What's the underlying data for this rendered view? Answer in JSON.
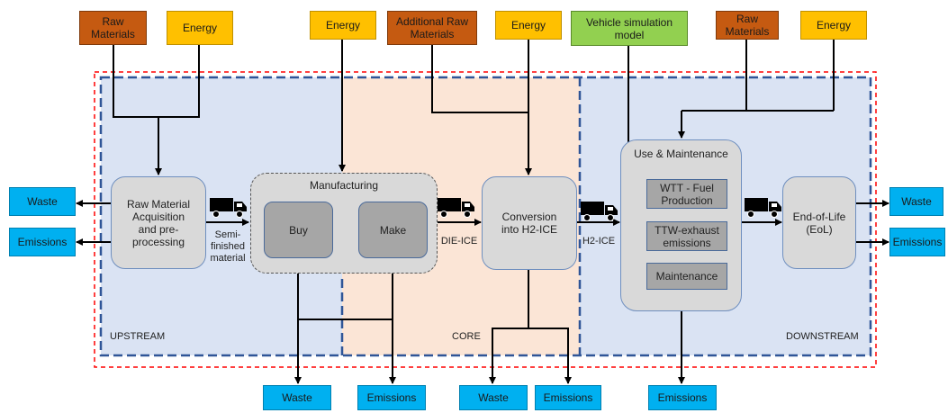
{
  "inputs": {
    "raw_materials_1": "Raw\nMaterials",
    "energy_1": "Energy",
    "energy_2": "Energy",
    "additional_raw": "Additional Raw\nMaterials",
    "energy_3": "Energy",
    "vehicle_sim": "Vehicle simulation\nmodel",
    "raw_materials_2": "Raw\nMaterials",
    "energy_4": "Energy"
  },
  "regions": {
    "upstream": "UPSTREAM",
    "core": "CORE",
    "downstream": "DOWNSTREAM"
  },
  "processes": {
    "raw_material": "Raw Material\nAcquisition\nand pre-\nprocessing",
    "manufacturing": "Manufacturing",
    "buy": "Buy",
    "make": "Make",
    "conversion": "Conversion\ninto H2-ICE",
    "use_maintenance": "Use & Maintenance",
    "wtt": "WTT - Fuel\nProduction",
    "ttw": "TTW-exhaust\nemissions",
    "maintenance": "Maintenance",
    "eol": "End-of-Life\n(EoL)"
  },
  "flows": {
    "semi_finished": "Semi-\nfinished\nmaterial",
    "die_ice": "DIE-ICE",
    "h2_ice": "H2-ICE"
  },
  "outputs": {
    "waste_left": "Waste",
    "emissions_left": "Emissions",
    "waste_right": "Waste",
    "emissions_right": "Emissions",
    "waste_mfg": "Waste",
    "emissions_mfg": "Emissions",
    "waste_conv": "Waste",
    "emissions_conv": "Emissions",
    "emissions_use": "Emissions"
  },
  "colors": {
    "raw_materials": "#c55a11",
    "energy": "#ffc000",
    "vehicle_sim": "#92d050",
    "outputs": "#00b0f0",
    "upstream_bg": "#dae3f3",
    "core_bg": "#fbe5d6",
    "downstream_bg": "#dae3f3",
    "boundary_red": "#ff0000",
    "boundary_blue": "#2f5597"
  }
}
